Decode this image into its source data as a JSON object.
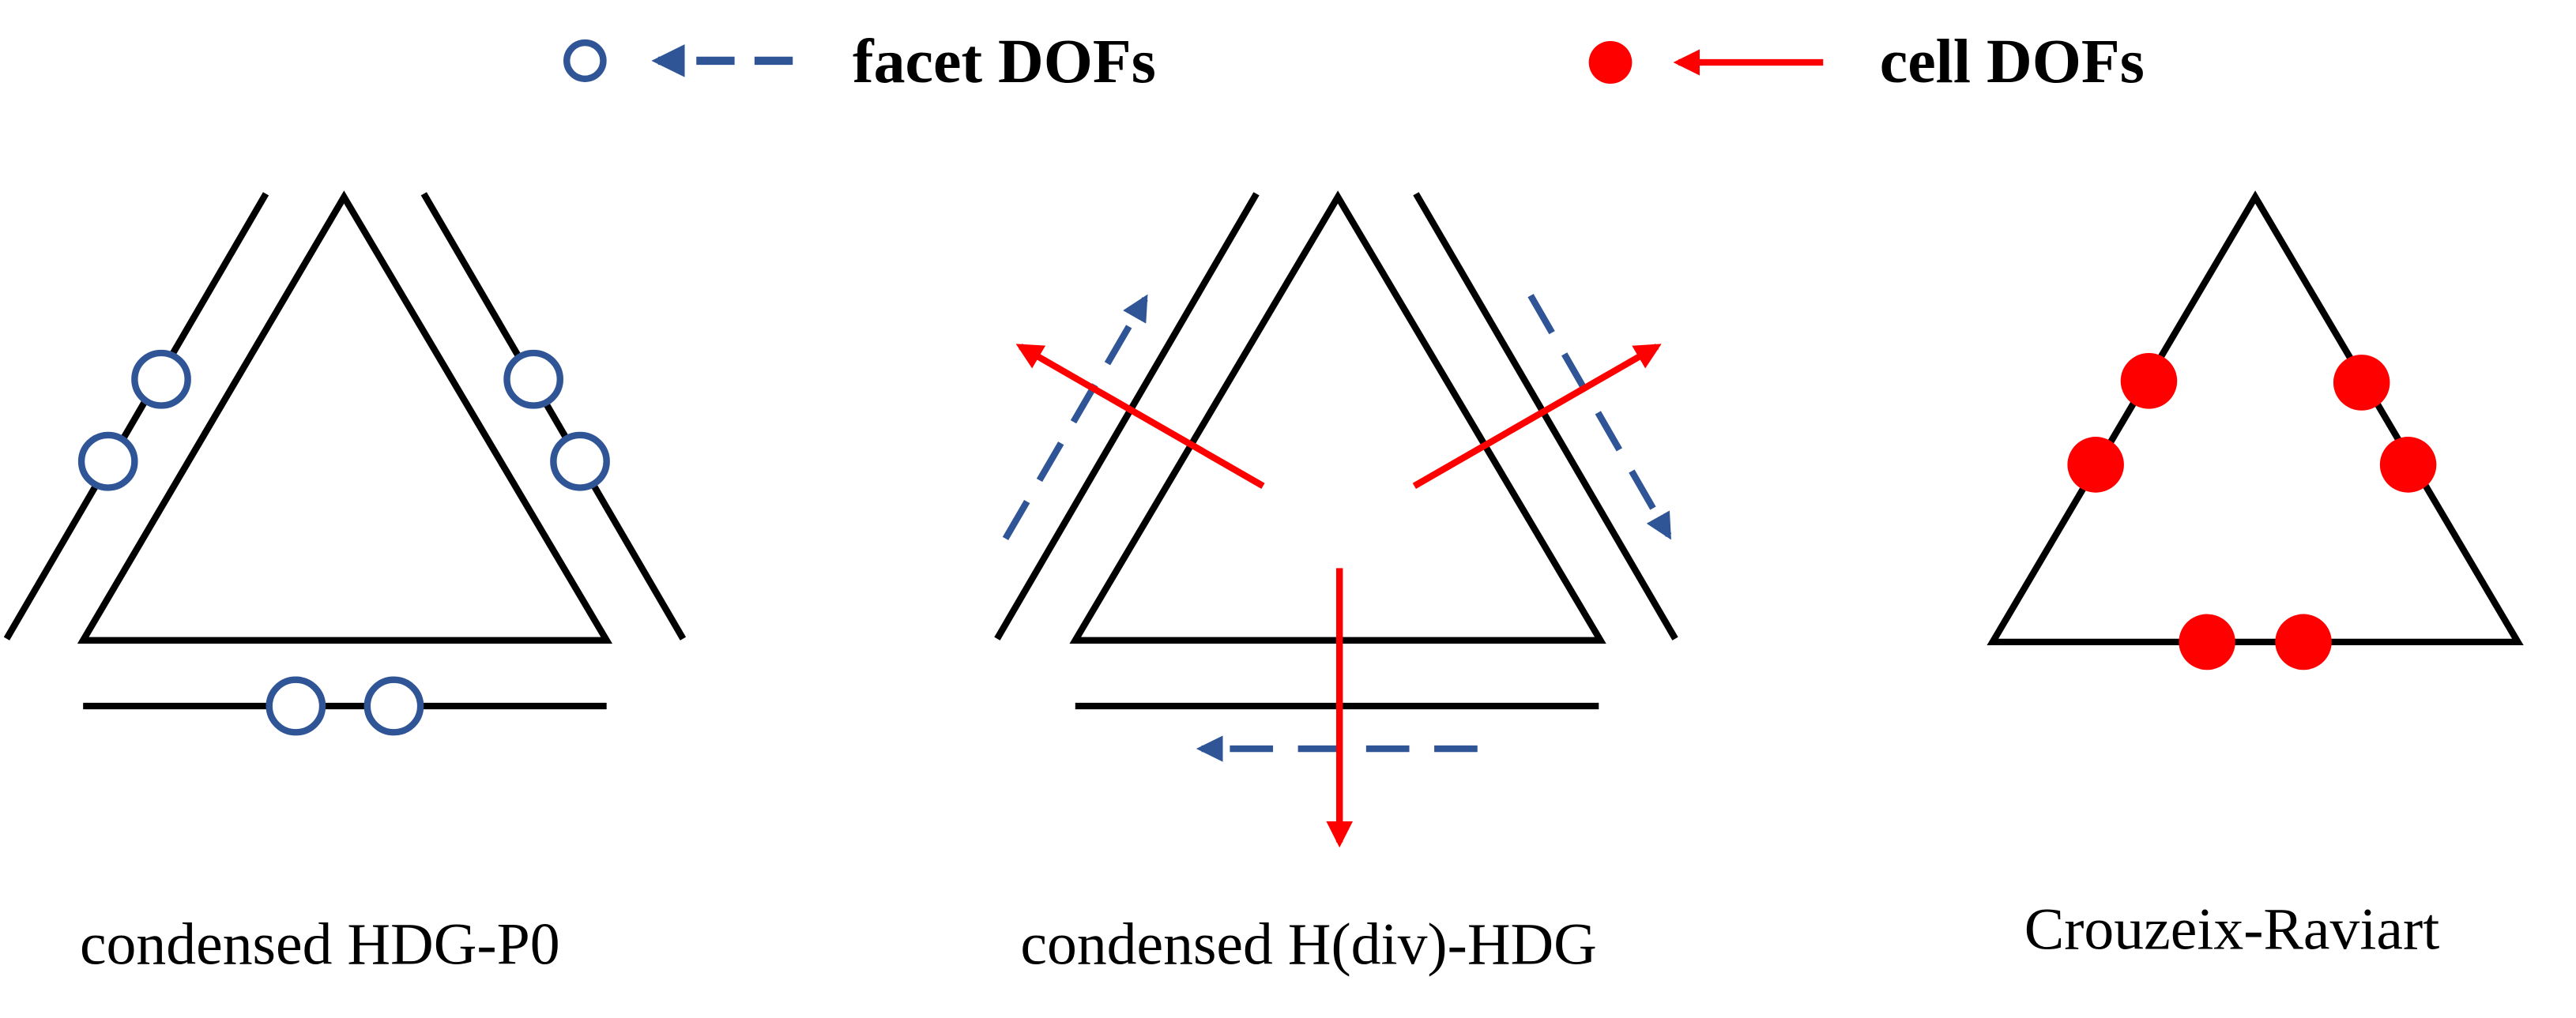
{
  "legend": {
    "facet": {
      "label": "facet DOFs",
      "marker": "hollow-circle",
      "line_style": "dashed-arrow",
      "color": "#2F5597"
    },
    "cell": {
      "label": "cell DOFs",
      "marker": "filled-circle",
      "line_style": "solid-arrow",
      "color": "#FF0000"
    }
  },
  "panels": [
    {
      "caption": "condensed HDG-P0",
      "description": "Triangle with three separated facets, each carrying two hollow blue facet DOF circles"
    },
    {
      "caption": "condensed H(div)-HDG",
      "description": "Triangle with three separated facets; red solid arrows (cell normals) and blue dashed arrows (facet tangents)"
    },
    {
      "caption": "Crouzeix-Raviart",
      "description": "Triangle with two filled red cell DOF dots on each edge"
    }
  ],
  "colors": {
    "edge": "#000000",
    "facet": "#2F5597",
    "cell": "#FF0000"
  }
}
